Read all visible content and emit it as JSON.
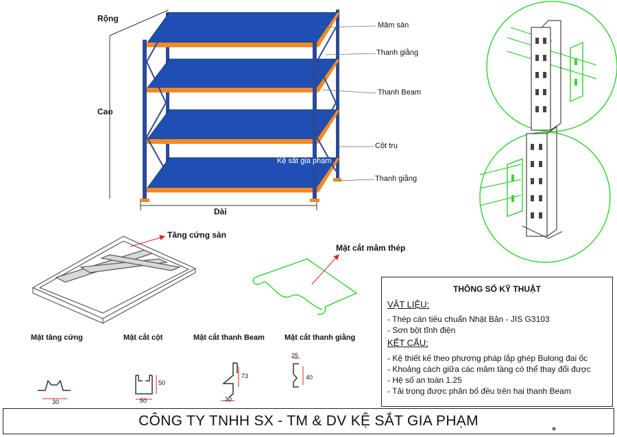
{
  "rack": {
    "width_label": "Rộng",
    "height_label": "Cao",
    "length_label": "Dài",
    "watermark": "Kệ sắt gia phạm",
    "callouts": [
      "Mâm sàn",
      "Thanh giằng",
      "Thanh Beam",
      "Cột trụ",
      "Thanh giằng"
    ]
  },
  "details": {
    "floor_stiffener_label": "Tăng cứng sàn",
    "steel_deck_section_label": "Mặt cắt mâm thép"
  },
  "sections": [
    {
      "title": "Mặt tăng cứng",
      "dims": [
        "30"
      ]
    },
    {
      "title": "Mặt cắt cột",
      "dims": [
        "50",
        "50"
      ]
    },
    {
      "title": "Mặt cắt thanh Beam",
      "dims": [
        "73",
        "30"
      ]
    },
    {
      "title": "Mặt cắt thanh giằng",
      "dims": [
        "25",
        "40"
      ]
    }
  ],
  "specs": {
    "title": "THÔNG SỐ KỸ THUẬT",
    "material_heading": "VẬT LIỆU:",
    "material_items": [
      "- Thép cán tiêu chuẩn Nhật Bản - JIS G3103",
      "- Sơn bột tĩnh điện"
    ],
    "structure_heading": "KẾT CẤU:",
    "structure_items": [
      "- Kệ thiết kế theo phương pháp lắp ghép Bulong đai ốc",
      "- Khoảng cách giữa các mâm tầng có thể thay đổi được",
      "- Hệ số an toàn 1.25",
      "- Tải trọng được phân bố đều trên hai thanh Beam"
    ]
  },
  "footer": {
    "company": "CÔNG TY TNHH SX - TM & DV KỆ SẮT GIA PHẠM"
  },
  "colors": {
    "deck_blue": "#1f4fb3",
    "beam_orange": "#f08a2a",
    "upright_blue": "#2a4a9a",
    "detail_green": "#3ad33a"
  }
}
